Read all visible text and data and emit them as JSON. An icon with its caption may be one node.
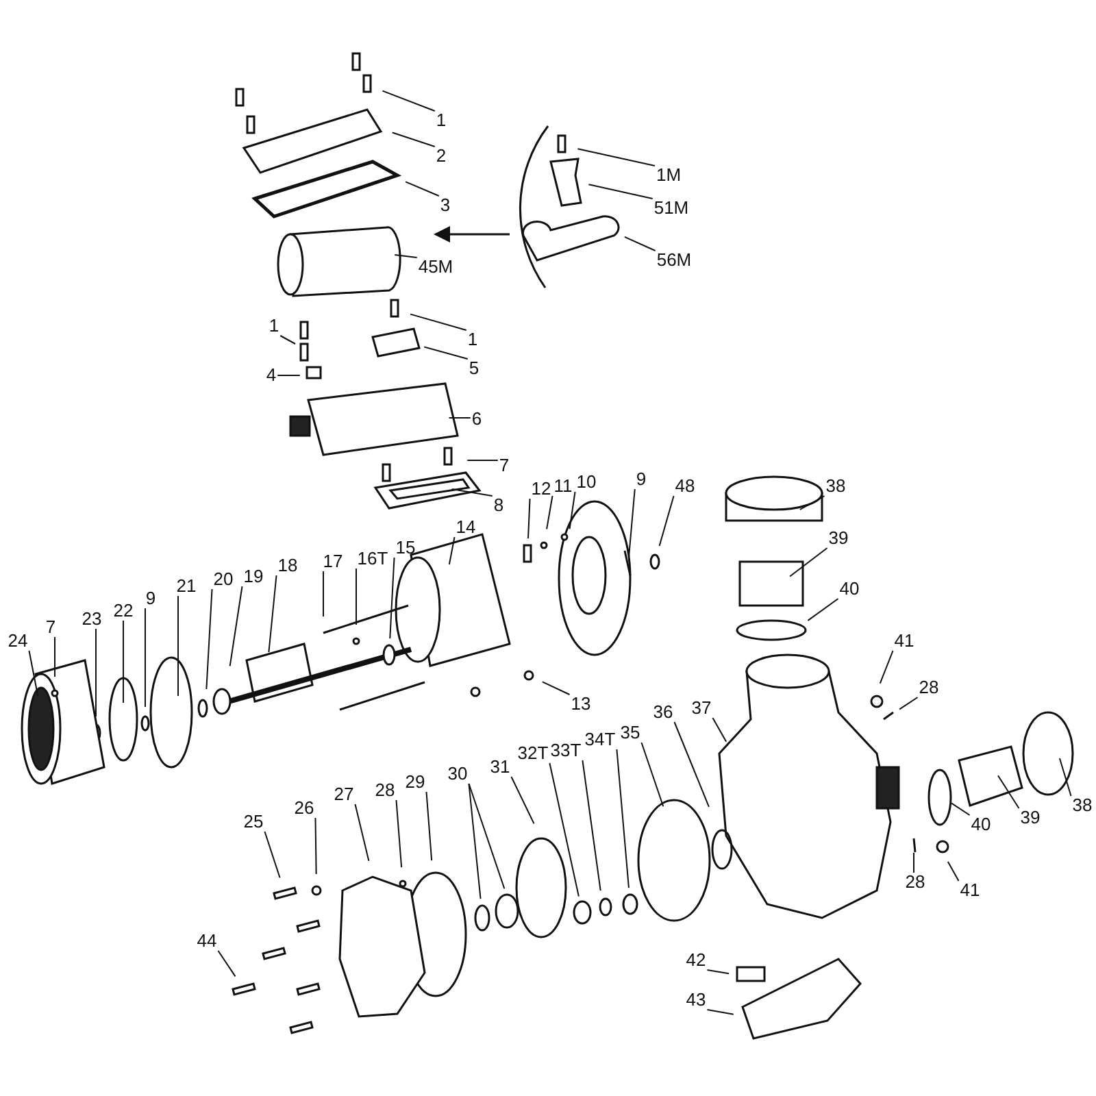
{
  "diagram": {
    "nodes": [
      {
        "text": [
          "1"
        ]
      },
      {
        "text": [
          "2"
        ]
      },
      {
        "text": [
          "3"
        ]
      },
      {
        "text": [
          "1M"
        ]
      },
      {
        "text": [
          "51M"
        ]
      },
      {
        "text": [
          "56M"
        ]
      },
      {
        "text": [
          "45M"
        ]
      },
      {
        "text": [
          "1"
        ]
      },
      {
        "text": [
          "1"
        ]
      },
      {
        "text": [
          "4"
        ]
      },
      {
        "text": [
          "5"
        ]
      },
      {
        "text": [
          "6"
        ]
      },
      {
        "text": [
          "7"
        ]
      },
      {
        "text": [
          "8"
        ]
      },
      {
        "text": [
          "12"
        ]
      },
      {
        "text": [
          "11"
        ]
      },
      {
        "text": [
          "10"
        ]
      },
      {
        "text": [
          "9"
        ]
      },
      {
        "text": [
          "48"
        ]
      },
      {
        "text": [
          "14"
        ]
      },
      {
        "text": [
          "17"
        ]
      },
      {
        "text": [
          "16T"
        ]
      },
      {
        "text": [
          "15"
        ]
      },
      {
        "text": [
          "18"
        ]
      },
      {
        "text": [
          "19"
        ]
      },
      {
        "text": [
          "20"
        ]
      },
      {
        "text": [
          "21"
        ]
      },
      {
        "text": [
          "9"
        ]
      },
      {
        "text": [
          "22"
        ]
      },
      {
        "text": [
          "23"
        ]
      },
      {
        "text": [
          "7"
        ]
      },
      {
        "text": [
          "24"
        ]
      },
      {
        "text": [
          "13"
        ]
      },
      {
        "text": [
          "38"
        ]
      },
      {
        "text": [
          "39"
        ]
      },
      {
        "text": [
          "40"
        ]
      },
      {
        "text": [
          "41"
        ]
      },
      {
        "text": [
          "28"
        ]
      },
      {
        "text": [
          "37"
        ]
      },
      {
        "text": [
          "36"
        ]
      },
      {
        "text": [
          "35"
        ]
      },
      {
        "text": [
          "34T"
        ]
      },
      {
        "text": [
          "33T"
        ]
      },
      {
        "text": [
          "32T"
        ]
      },
      {
        "text": [
          "31"
        ]
      },
      {
        "text": [
          "40"
        ]
      },
      {
        "text": [
          "39"
        ]
      },
      {
        "text": [
          "38"
        ]
      },
      {
        "text": [
          "41"
        ]
      },
      {
        "text": [
          "28"
        ]
      },
      {
        "text": [
          "30"
        ]
      },
      {
        "text": [
          "29"
        ]
      },
      {
        "text": [
          "28"
        ]
      },
      {
        "text": [
          "27"
        ]
      },
      {
        "text": [
          "26"
        ]
      },
      {
        "text": [
          "25"
        ]
      },
      {
        "text": [
          "44"
        ]
      },
      {
        "text": [
          "42"
        ]
      },
      {
        "text": [
          "43"
        ]
      }
    ],
    "edges": [
      {
        "from": 0,
        "to": null,
        "arrow": "none"
      },
      {
        "from": 1,
        "to": null,
        "arrow": "none"
      },
      {
        "from": 2,
        "to": null,
        "arrow": "none"
      },
      {
        "from": 3,
        "to": null,
        "arrow": "none"
      },
      {
        "from": 4,
        "to": null,
        "arrow": "none"
      },
      {
        "from": 5,
        "to": null,
        "arrow": "none"
      },
      {
        "from": 6,
        "to": null,
        "arrow": "none"
      },
      {
        "from": 7,
        "to": null,
        "arrow": "none"
      },
      {
        "from": 8,
        "to": null,
        "arrow": "none"
      },
      {
        "from": 9,
        "to": null,
        "arrow": "none"
      },
      {
        "from": 10,
        "to": null,
        "arrow": "none"
      },
      {
        "from": 11,
        "to": null,
        "arrow": "none"
      },
      {
        "from": 12,
        "to": null,
        "arrow": "none"
      },
      {
        "from": 13,
        "to": null,
        "arrow": "none"
      },
      {
        "from": 14,
        "to": null,
        "arrow": "none"
      },
      {
        "from": 15,
        "to": null,
        "arrow": "none"
      },
      {
        "from": 16,
        "to": null,
        "arrow": "none"
      },
      {
        "from": 17,
        "to": null,
        "arrow": "none"
      },
      {
        "from": 18,
        "to": null,
        "arrow": "none"
      },
      {
        "from": 19,
        "to": null,
        "arrow": "none"
      },
      {
        "from": 20,
        "to": null,
        "arrow": "none"
      },
      {
        "from": 21,
        "to": null,
        "arrow": "none"
      },
      {
        "from": 22,
        "to": null,
        "arrow": "none"
      },
      {
        "from": 23,
        "to": null,
        "arrow": "none"
      },
      {
        "from": 24,
        "to": null,
        "arrow": "none"
      },
      {
        "from": 25,
        "to": null,
        "arrow": "none"
      },
      {
        "from": 26,
        "to": null,
        "arrow": "none"
      },
      {
        "from": 27,
        "to": null,
        "arrow": "none"
      },
      {
        "from": 28,
        "to": null,
        "arrow": "none"
      },
      {
        "from": 29,
        "to": null,
        "arrow": "none"
      },
      {
        "from": 30,
        "to": null,
        "arrow": "none"
      },
      {
        "from": 31,
        "to": null,
        "arrow": "none"
      },
      {
        "from": 32,
        "to": null,
        "arrow": "none"
      },
      {
        "from": 33,
        "to": null,
        "arrow": "none"
      },
      {
        "from": 34,
        "to": null,
        "arrow": "none"
      },
      {
        "from": 35,
        "to": null,
        "arrow": "none"
      },
      {
        "from": 36,
        "to": null,
        "arrow": "none"
      },
      {
        "from": 37,
        "to": null,
        "arrow": "none"
      },
      {
        "from": 38,
        "to": null,
        "arrow": "none"
      },
      {
        "from": 39,
        "to": null,
        "arrow": "none"
      },
      {
        "from": 40,
        "to": null,
        "arrow": "none"
      },
      {
        "from": 41,
        "to": null,
        "arrow": "none"
      },
      {
        "from": 42,
        "to": null,
        "arrow": "none"
      },
      {
        "from": 43,
        "to": null,
        "arrow": "none"
      },
      {
        "from": 44,
        "to": null,
        "arrow": "none"
      },
      {
        "from": 45,
        "to": null,
        "arrow": "none"
      },
      {
        "from": 46,
        "to": null,
        "arrow": "none"
      },
      {
        "from": 47,
        "to": null,
        "arrow": "none"
      },
      {
        "from": 48,
        "to": null,
        "arrow": "none"
      },
      {
        "from": 49,
        "to": null,
        "arrow": "none"
      },
      {
        "from": 50,
        "to": null,
        "arrow": "none"
      },
      {
        "from": 50,
        "to": null,
        "arrow": "none"
      },
      {
        "from": 51,
        "to": null,
        "arrow": "none"
      },
      {
        "from": 52,
        "to": null,
        "arrow": "none"
      },
      {
        "from": 53,
        "to": null,
        "arrow": "none"
      },
      {
        "from": 54,
        "to": null,
        "arrow": "none"
      },
      {
        "from": 55,
        "to": null,
        "arrow": "none"
      },
      {
        "from": 56,
        "to": null,
        "arrow": "none"
      },
      {
        "from": 57,
        "to": null,
        "arrow": "none"
      },
      {
        "from": 58,
        "to": null,
        "arrow": "none"
      }
    ]
  }
}
